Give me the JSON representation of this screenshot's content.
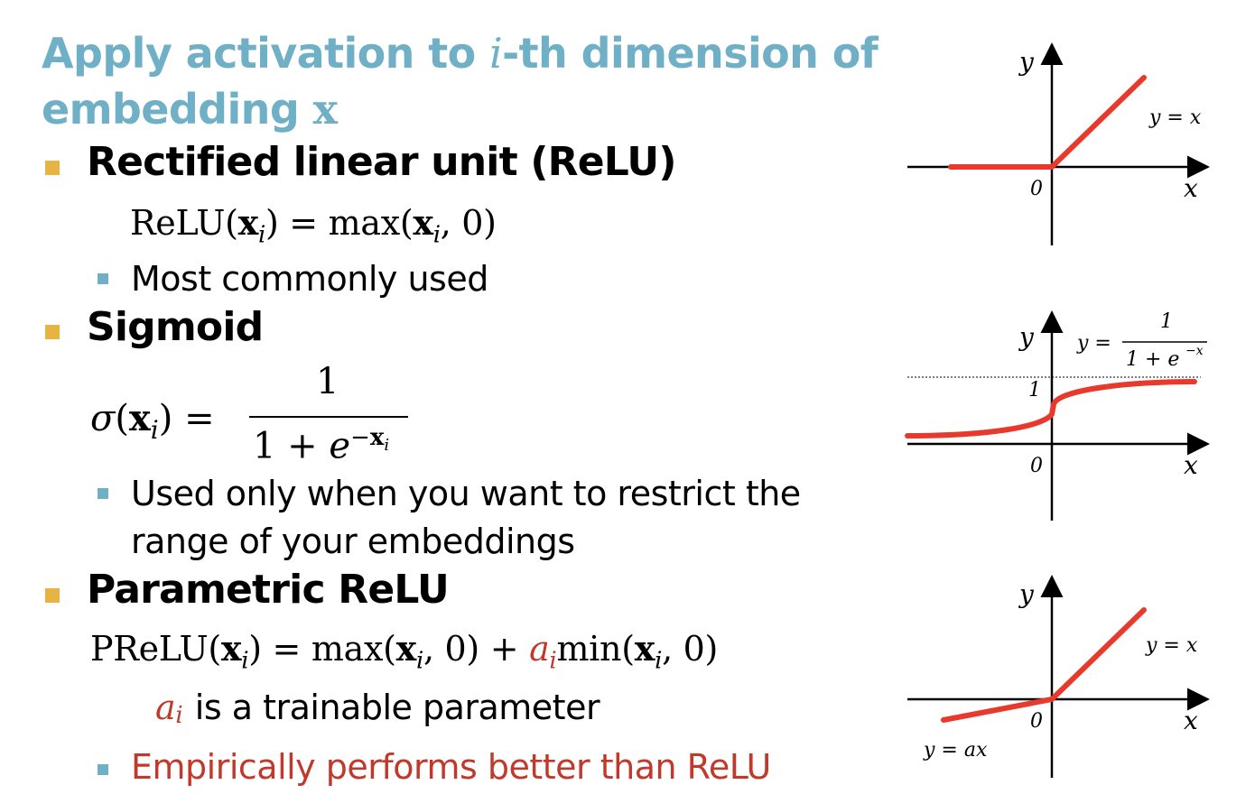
{
  "title": {
    "part1": "Apply activation to ",
    "var": "i",
    "part2": "-th dimension of",
    "line2": "embedding ",
    "vec": "x"
  },
  "sections": [
    {
      "heading": "Rectified linear unit (ReLU)",
      "formula": "ReLU(x_i) = max(x_i, 0)",
      "note": "Most commonly used"
    },
    {
      "heading": "Sigmoid",
      "formula_lhs": "σ(x_i) =",
      "numerator": "1",
      "denominator": "1 + e^(−x_i)",
      "note_line1": "Used only when you want to restrict the",
      "note_line2": "range of your embeddings"
    },
    {
      "heading": "Parametric ReLU",
      "formula": "PReLU(x_i) = max(x_i, 0) + a_i min(x_i, 0)",
      "param_var": "a",
      "param_sub": "i",
      "param_text": "is a trainable parameter",
      "note": "Empirically performs better than ReLU"
    }
  ],
  "graphs": {
    "relu": {
      "ylabel": "y",
      "xlabel": "x",
      "origin": "0",
      "curve_label": "y = x"
    },
    "sigmoid": {
      "ylabel": "y",
      "xlabel": "x",
      "origin": "0",
      "one_label": "1",
      "eq_lhs": "y =",
      "eq_num": "1",
      "eq_den": "1 + e",
      "eq_exp": "−x"
    },
    "prelu": {
      "ylabel": "y",
      "xlabel": "x",
      "origin": "0",
      "pos_label": "y = x",
      "neg_label": "y = ax"
    }
  },
  "colors": {
    "title": "#6fb0c7",
    "bullet_main": "#e5b443",
    "bullet_sub": "#6fb0c7",
    "curve": "#e8392d",
    "emphasis": "#c0392b"
  }
}
